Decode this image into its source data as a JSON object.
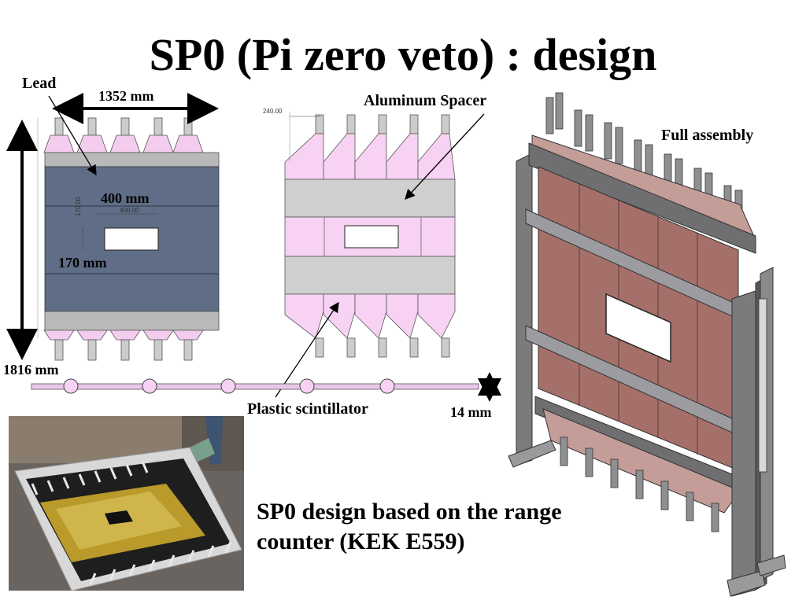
{
  "slide": {
    "title": "SP0 (Pi zero veto) : design",
    "caption_line1": "SP0 design based on the range",
    "caption_line2": "counter (KEK E559)"
  },
  "labels": {
    "lead": "Lead",
    "width": "1352 mm",
    "height": "1816 mm",
    "hole_width": "400 mm",
    "hole_height": "170 mm",
    "aluminum_spacer": "Aluminum Spacer",
    "full_assembly": "Full assembly",
    "plastic_scintillator": "Plastic scintillator",
    "thickness": "14 mm"
  },
  "drawing_dims": {
    "spacer_width": "240.00",
    "hole_w": "400.00",
    "hole_h": "170.00"
  },
  "colors": {
    "lead_plate": "#5f6d86",
    "frame_gray": "#bcbcbc",
    "scintillator_pink": "#f7d2f2",
    "assembly_copper": "#a5706a",
    "assembly_frame": "#6f6f72"
  }
}
